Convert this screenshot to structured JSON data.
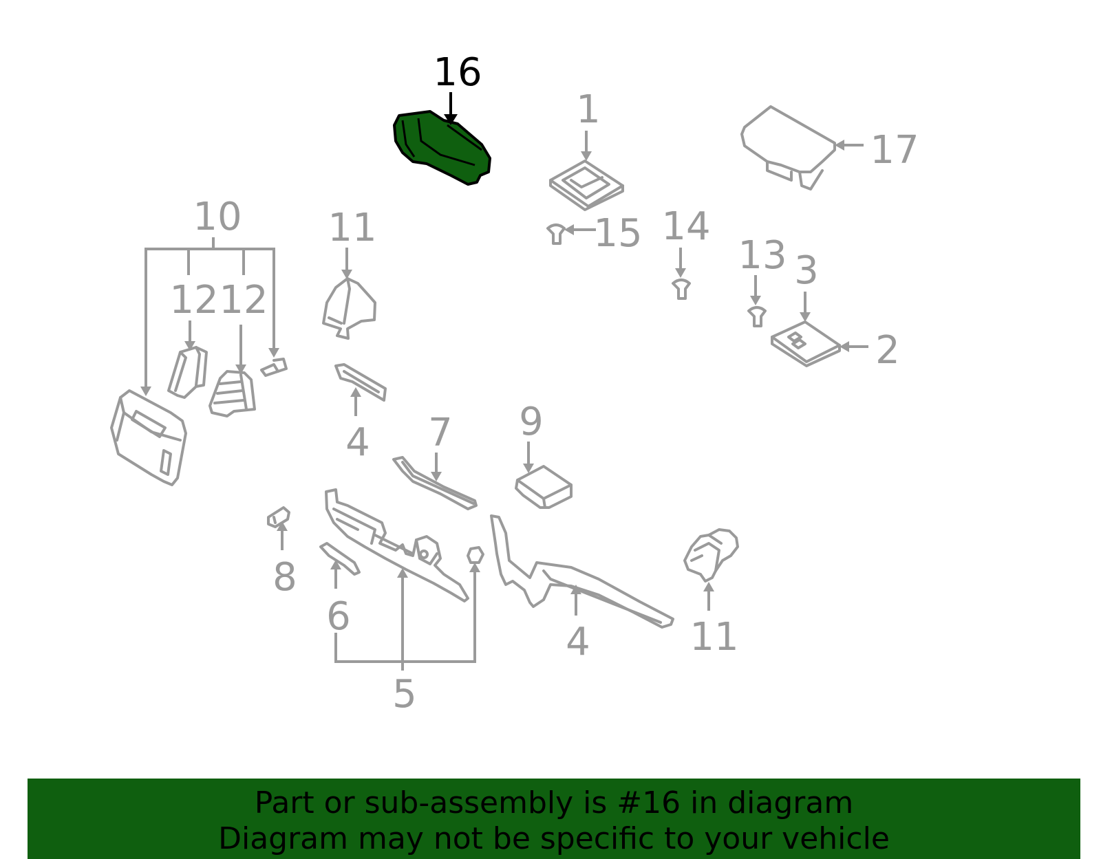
{
  "diagram": {
    "highlighted_part": "16",
    "highlight_color": "#0f5f0f",
    "part_color": "#9a9a9a",
    "callouts": {
      "c1": "1",
      "c2": "2",
      "c3": "3",
      "c4a": "4",
      "c4b": "4",
      "c5": "5",
      "c6": "6",
      "c7": "7",
      "c8": "8",
      "c9": "9",
      "c10": "10",
      "c11a": "11",
      "c11b": "11",
      "c12a": "12",
      "c12b": "12",
      "c13": "13",
      "c14": "14",
      "c15": "15",
      "c16": "16",
      "c17": "17"
    }
  },
  "banner": {
    "line1": "Part or sub-assembly is #16 in diagram",
    "line2": "Diagram may not be specific to your vehicle",
    "color": "#0f5f0f"
  }
}
